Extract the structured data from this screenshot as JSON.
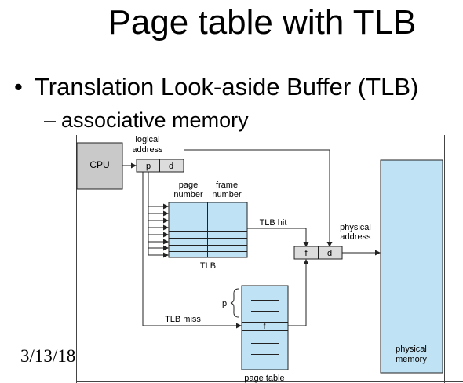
{
  "slide": {
    "title": "Page table with TLB",
    "bullet": "Translation Look-aside Buffer (TLB)",
    "sub_bullet": "associative memory",
    "footer_date": "3/13/18"
  },
  "diagram": {
    "cpu_label": "CPU",
    "logical_address_label_line1": "logical",
    "logical_address_label_line2": "address",
    "p_label": "p",
    "d_label": "d",
    "page_number_line1": "page",
    "page_number_line2": "number",
    "frame_number_line1": "frame",
    "frame_number_line2": "number",
    "tlb_label": "TLB",
    "tlb_hit_label": "TLB hit",
    "tlb_miss_label": "TLB miss",
    "physical_address_line1": "physical",
    "physical_address_line2": "address",
    "f_label": "f",
    "physical_address_d_label": "d",
    "page_table_p_label": "p",
    "page_table_f_label": "f",
    "page_table_label": "page table",
    "physical_memory_line1": "physical",
    "physical_memory_line2": "memory",
    "colors": {
      "tlb_fill": "#bfe3f5",
      "memory_fill": "#bfe3f5",
      "cpu_fill": "#c9c9c9",
      "register_fill": "#dcdcdc",
      "line": "#222222"
    }
  }
}
